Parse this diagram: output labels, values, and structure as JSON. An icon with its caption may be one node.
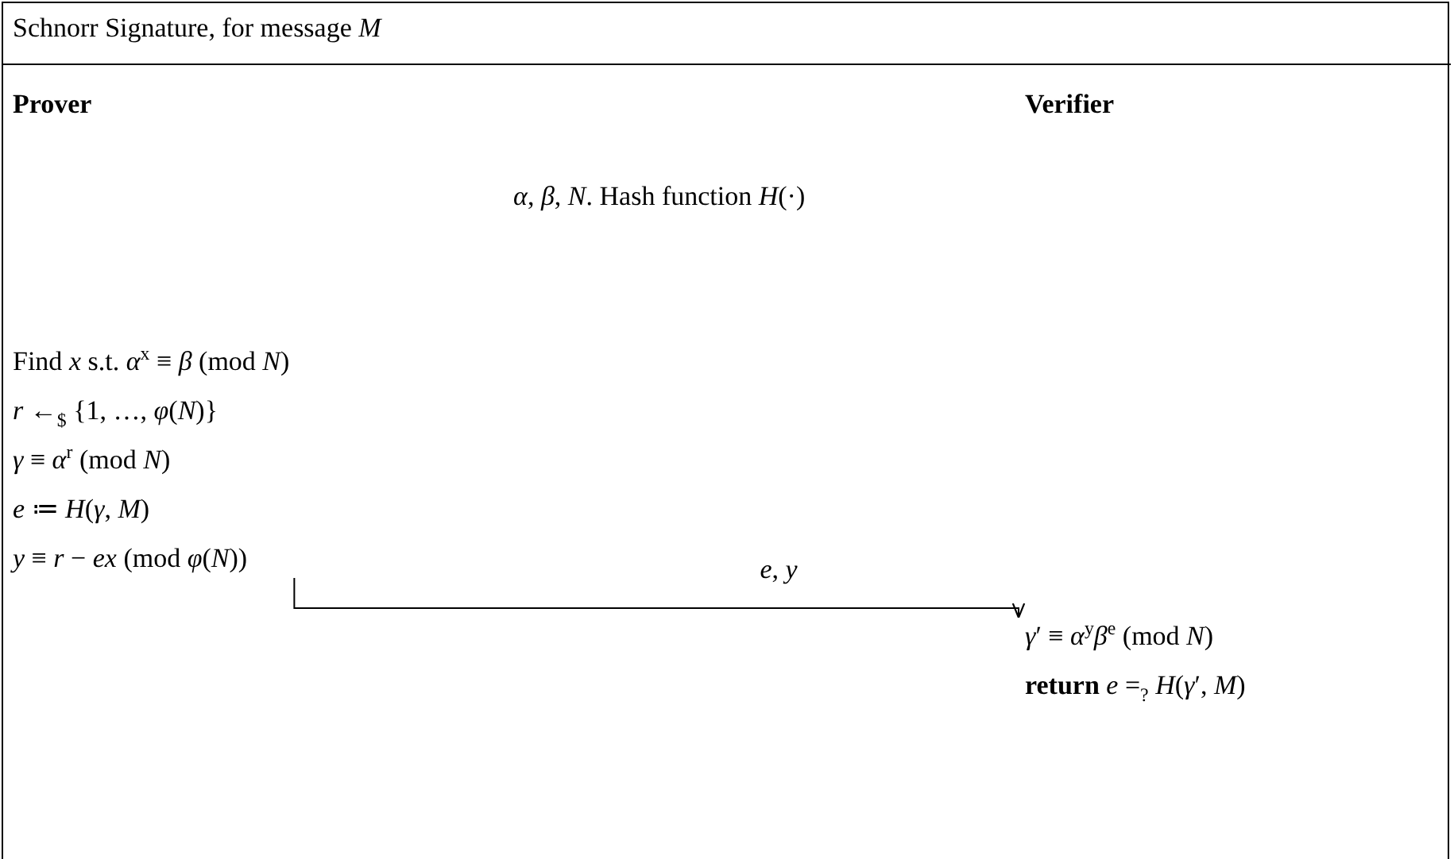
{
  "diagram": {
    "title": "Schnorr Signature, for message *M*",
    "nodes": [
      {
        "text": [
          "Find *x* s.t. *α*$^{x}$ ≡ *β* (mod *N*)",
          "*r* ←$_{$}$ {1, …, *φ*(*N*)}",
          "*γ* ≡ *α*$^{r}$ (mod *N*)",
          "*e* ≔ *H*(*γ*, *M*)",
          "*y* ≡ *r* − *ex* (mod *φ*(*N*))"
        ]
      },
      {
        "text": [
          "*γ*′ ≡ *α*$^{y}$*β*$^{e}$ (mod *N*)",
          "**return** *e* =$_{?}$ *H*(*γ*′, *M*)"
        ]
      }
    ],
    "edges": [
      {
        "from": 0,
        "to": 1,
        "arrow": "to",
        "label": "*e*, *y*"
      }
    ],
    "labels": [
      "Prover",
      "Verifier",
      "*α*, *β*, *N*. Hash function *H*(·)"
    ]
  }
}
